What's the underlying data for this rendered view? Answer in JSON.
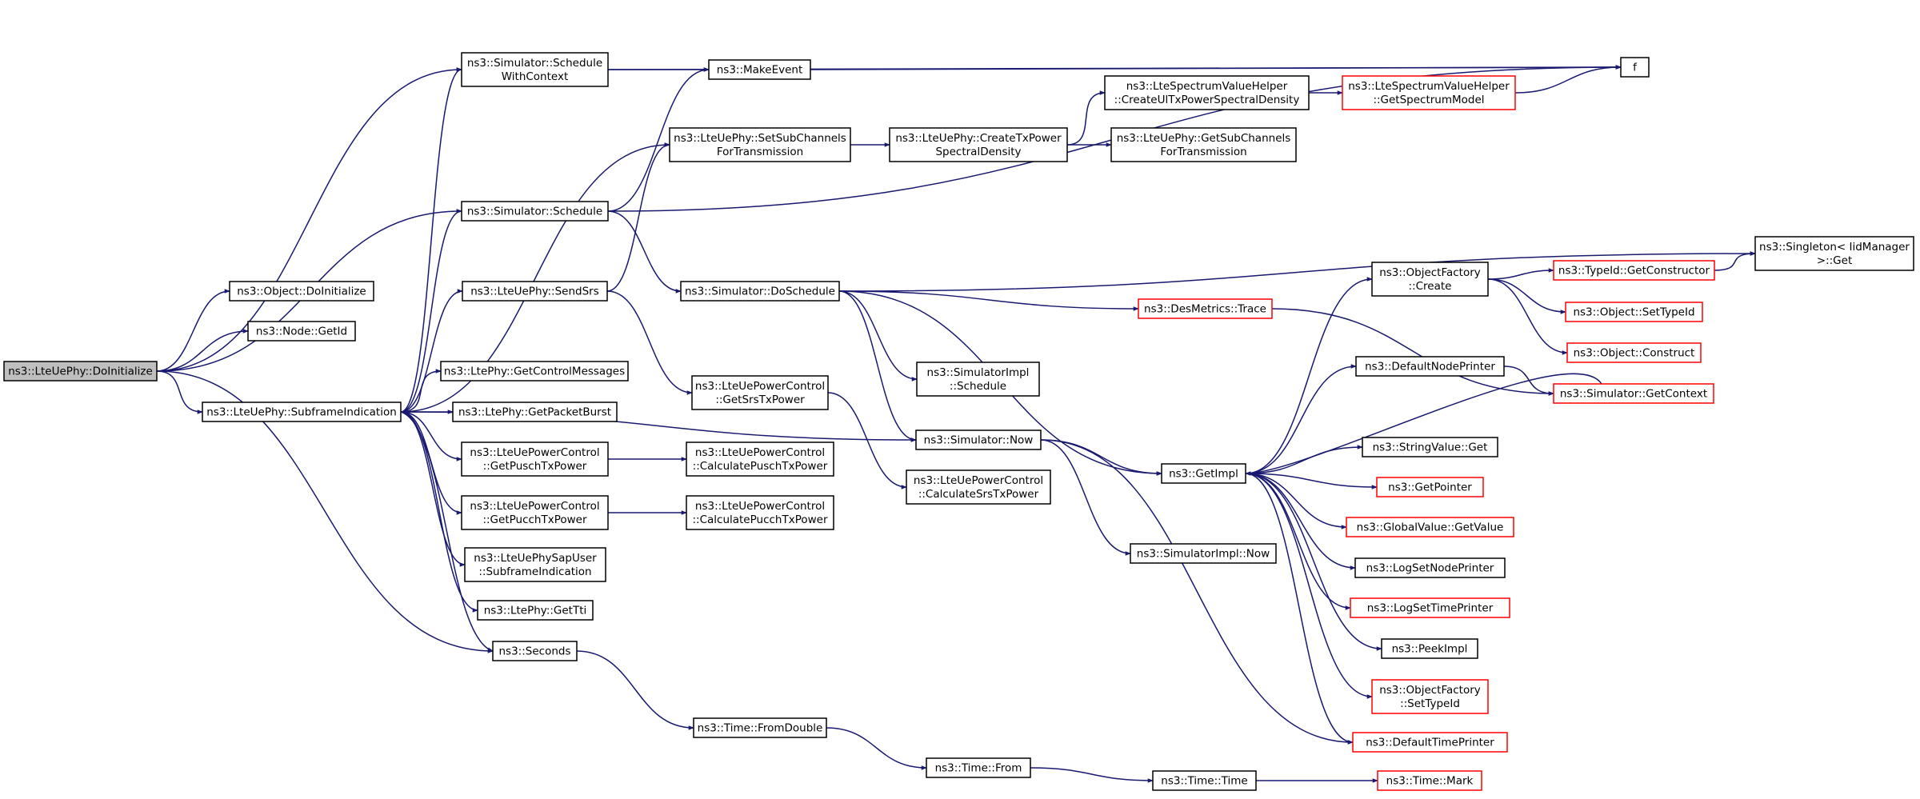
{
  "diagram": {
    "title": "Call graph of ns3::LteUePhy::DoInitialize",
    "nodes": [
      {
        "id": "root",
        "lines": [
          "ns3::LteUePhy::DoInitialize"
        ],
        "style": "root"
      },
      {
        "id": "objinit",
        "lines": [
          "ns3::Object::DoInitialize"
        ],
        "style": "normal"
      },
      {
        "id": "getid",
        "lines": [
          "ns3::Node::GetId"
        ],
        "style": "normal"
      },
      {
        "id": "subframe",
        "lines": [
          "ns3::LteUePhy::SubframeIndication"
        ],
        "style": "normal"
      },
      {
        "id": "schedwc",
        "lines": [
          "ns3::Simulator::Schedule",
          "WithContext"
        ],
        "style": "normal"
      },
      {
        "id": "sched",
        "lines": [
          "ns3::Simulator::Schedule"
        ],
        "style": "normal"
      },
      {
        "id": "sendsrs",
        "lines": [
          "ns3::LteUePhy::SendSrs"
        ],
        "style": "normal"
      },
      {
        "id": "getctrl",
        "lines": [
          "ns3::LtePhy::GetControlMessages"
        ],
        "style": "normal"
      },
      {
        "id": "getpkt",
        "lines": [
          "ns3::LtePhy::GetPacketBurst"
        ],
        "style": "normal"
      },
      {
        "id": "getpusch",
        "lines": [
          "ns3::LteUePowerControl",
          "::GetPuschTxPower"
        ],
        "style": "normal"
      },
      {
        "id": "getpucch",
        "lines": [
          "ns3::LteUePowerControl",
          "::GetPucchTxPower"
        ],
        "style": "normal"
      },
      {
        "id": "sapuser",
        "lines": [
          "ns3::LteUePhySapUser",
          "::SubframeIndication"
        ],
        "style": "normal"
      },
      {
        "id": "gettti",
        "lines": [
          "ns3::LtePhy::GetTti"
        ],
        "style": "normal"
      },
      {
        "id": "seconds",
        "lines": [
          "ns3::Seconds"
        ],
        "style": "normal"
      },
      {
        "id": "makeevent",
        "lines": [
          "ns3::MakeEvent"
        ],
        "style": "normal"
      },
      {
        "id": "setsubch",
        "lines": [
          "ns3::LteUePhy::SetSubChannels",
          "ForTransmission"
        ],
        "style": "normal"
      },
      {
        "id": "doschedule",
        "lines": [
          "ns3::Simulator::DoSchedule"
        ],
        "style": "normal"
      },
      {
        "id": "getsrs",
        "lines": [
          "ns3::LteUePowerControl",
          "::GetSrsTxPower"
        ],
        "style": "normal"
      },
      {
        "id": "calcpusch",
        "lines": [
          "ns3::LteUePowerControl",
          "::CalculatePuschTxPower"
        ],
        "style": "normal"
      },
      {
        "id": "calcpucch",
        "lines": [
          "ns3::LteUePowerControl",
          "::CalculatePucchTxPower"
        ],
        "style": "normal"
      },
      {
        "id": "fromdouble",
        "lines": [
          "ns3::Time::FromDouble"
        ],
        "style": "normal"
      },
      {
        "id": "createtx",
        "lines": [
          "ns3::LteUePhy::CreateTxPower",
          "SpectralDensity"
        ],
        "style": "normal"
      },
      {
        "id": "simimplsched",
        "lines": [
          "ns3::SimulatorImpl",
          "::Schedule"
        ],
        "style": "normal"
      },
      {
        "id": "now",
        "lines": [
          "ns3::Simulator::Now"
        ],
        "style": "normal"
      },
      {
        "id": "calcsrs",
        "lines": [
          "ns3::LteUePowerControl",
          "::CalculateSrsTxPower"
        ],
        "style": "normal"
      },
      {
        "id": "timefrom",
        "lines": [
          "ns3::Time::From"
        ],
        "style": "normal"
      },
      {
        "id": "createul",
        "lines": [
          "ns3::LteSpectrumValueHelper",
          "::CreateUlTxPowerSpectralDensity"
        ],
        "style": "normal"
      },
      {
        "id": "getsubch",
        "lines": [
          "ns3::LteUePhy::GetSubChannels",
          "ForTransmission"
        ],
        "style": "normal"
      },
      {
        "id": "desmetrics",
        "lines": [
          "ns3::DesMetrics::Trace"
        ],
        "style": "red"
      },
      {
        "id": "getimpl",
        "lines": [
          "ns3::GetImpl"
        ],
        "style": "normal"
      },
      {
        "id": "simimplnow",
        "lines": [
          "ns3::SimulatorImpl::Now"
        ],
        "style": "normal"
      },
      {
        "id": "timetime",
        "lines": [
          "ns3::Time::Time"
        ],
        "style": "normal"
      },
      {
        "id": "getspecmodel",
        "lines": [
          "ns3::LteSpectrumValueHelper",
          "::GetSpectrumModel"
        ],
        "style": "red"
      },
      {
        "id": "objfactcreate",
        "lines": [
          "ns3::ObjectFactory",
          "::Create"
        ],
        "style": "normal"
      },
      {
        "id": "defnodeprinter",
        "lines": [
          "ns3::DefaultNodePrinter"
        ],
        "style": "normal"
      },
      {
        "id": "stringvalue",
        "lines": [
          "ns3::StringValue::Get"
        ],
        "style": "normal"
      },
      {
        "id": "getpointer",
        "lines": [
          "ns3::GetPointer"
        ],
        "style": "red"
      },
      {
        "id": "globalvalue",
        "lines": [
          "ns3::GlobalValue::GetValue"
        ],
        "style": "red"
      },
      {
        "id": "logsetnode",
        "lines": [
          "ns3::LogSetNodePrinter"
        ],
        "style": "normal"
      },
      {
        "id": "logsettime",
        "lines": [
          "ns3::LogSetTimePrinter"
        ],
        "style": "red"
      },
      {
        "id": "peekimpl",
        "lines": [
          "ns3::PeekImpl"
        ],
        "style": "normal"
      },
      {
        "id": "objfactsettype",
        "lines": [
          "ns3::ObjectFactory",
          "::SetTypeId"
        ],
        "style": "red"
      },
      {
        "id": "deftimeprinter",
        "lines": [
          "ns3::DefaultTimePrinter"
        ],
        "style": "red"
      },
      {
        "id": "timemark",
        "lines": [
          "ns3::Time::Mark"
        ],
        "style": "red"
      },
      {
        "id": "f",
        "lines": [
          "f"
        ],
        "style": "normal"
      },
      {
        "id": "getctor",
        "lines": [
          "ns3::TypeId::GetConstructor"
        ],
        "style": "red"
      },
      {
        "id": "objsettype",
        "lines": [
          "ns3::Object::SetTypeId"
        ],
        "style": "red"
      },
      {
        "id": "objconstruct",
        "lines": [
          "ns3::Object::Construct"
        ],
        "style": "red"
      },
      {
        "id": "getcontext",
        "lines": [
          "ns3::Simulator::GetContext"
        ],
        "style": "red"
      },
      {
        "id": "singleton",
        "lines": [
          "ns3::Singleton< IidManager",
          " >::Get"
        ],
        "style": "normal"
      }
    ]
  }
}
